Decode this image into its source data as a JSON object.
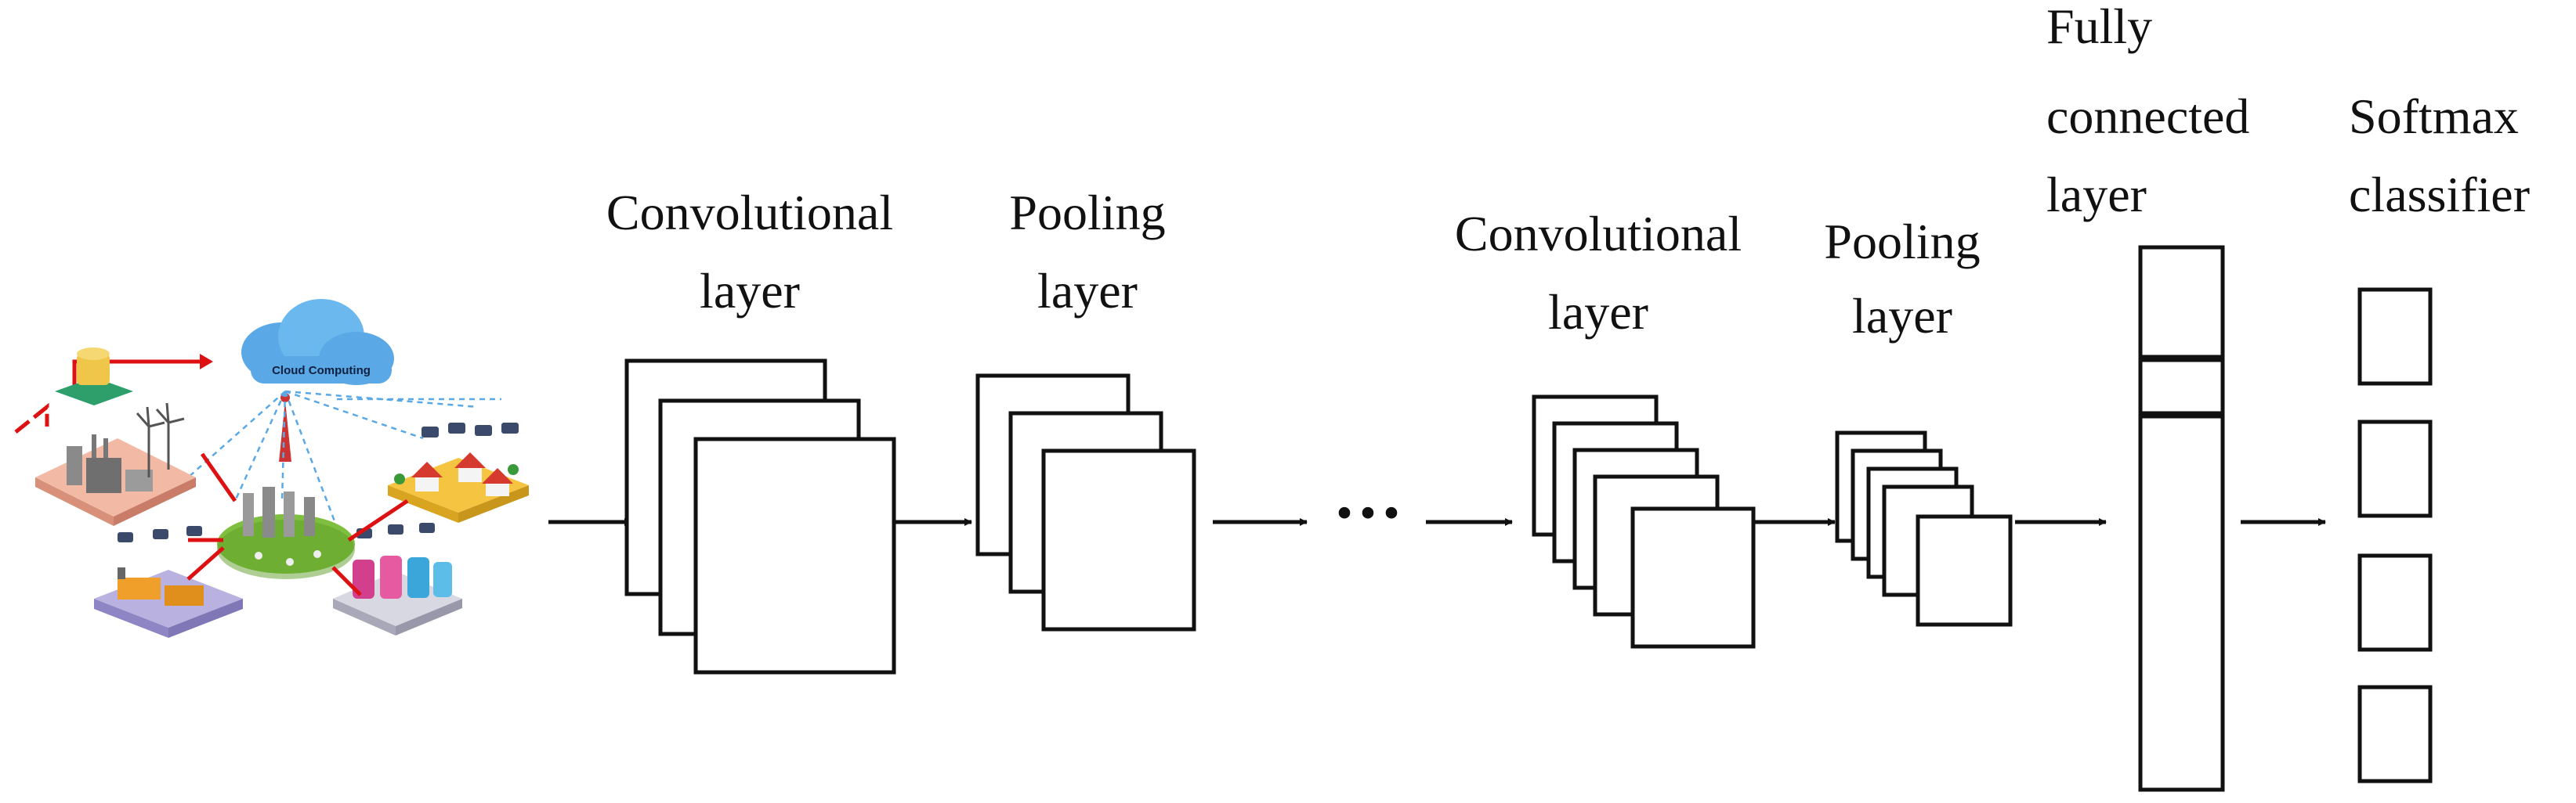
{
  "stages": {
    "conv1_label": [
      "Convolutional",
      "layer"
    ],
    "pool1_label": [
      "Pooling",
      "layer"
    ],
    "ellipsis": "···",
    "conv2_label": [
      "Convolutional",
      "layer"
    ],
    "pool2_label": [
      "Pooling",
      "layer"
    ],
    "fc_label": [
      "Fully",
      "connected",
      "layer"
    ],
    "softmax_label": [
      "Softmax",
      "classifier"
    ]
  },
  "input_illustration": {
    "cloud_text": "Cloud Computing"
  }
}
